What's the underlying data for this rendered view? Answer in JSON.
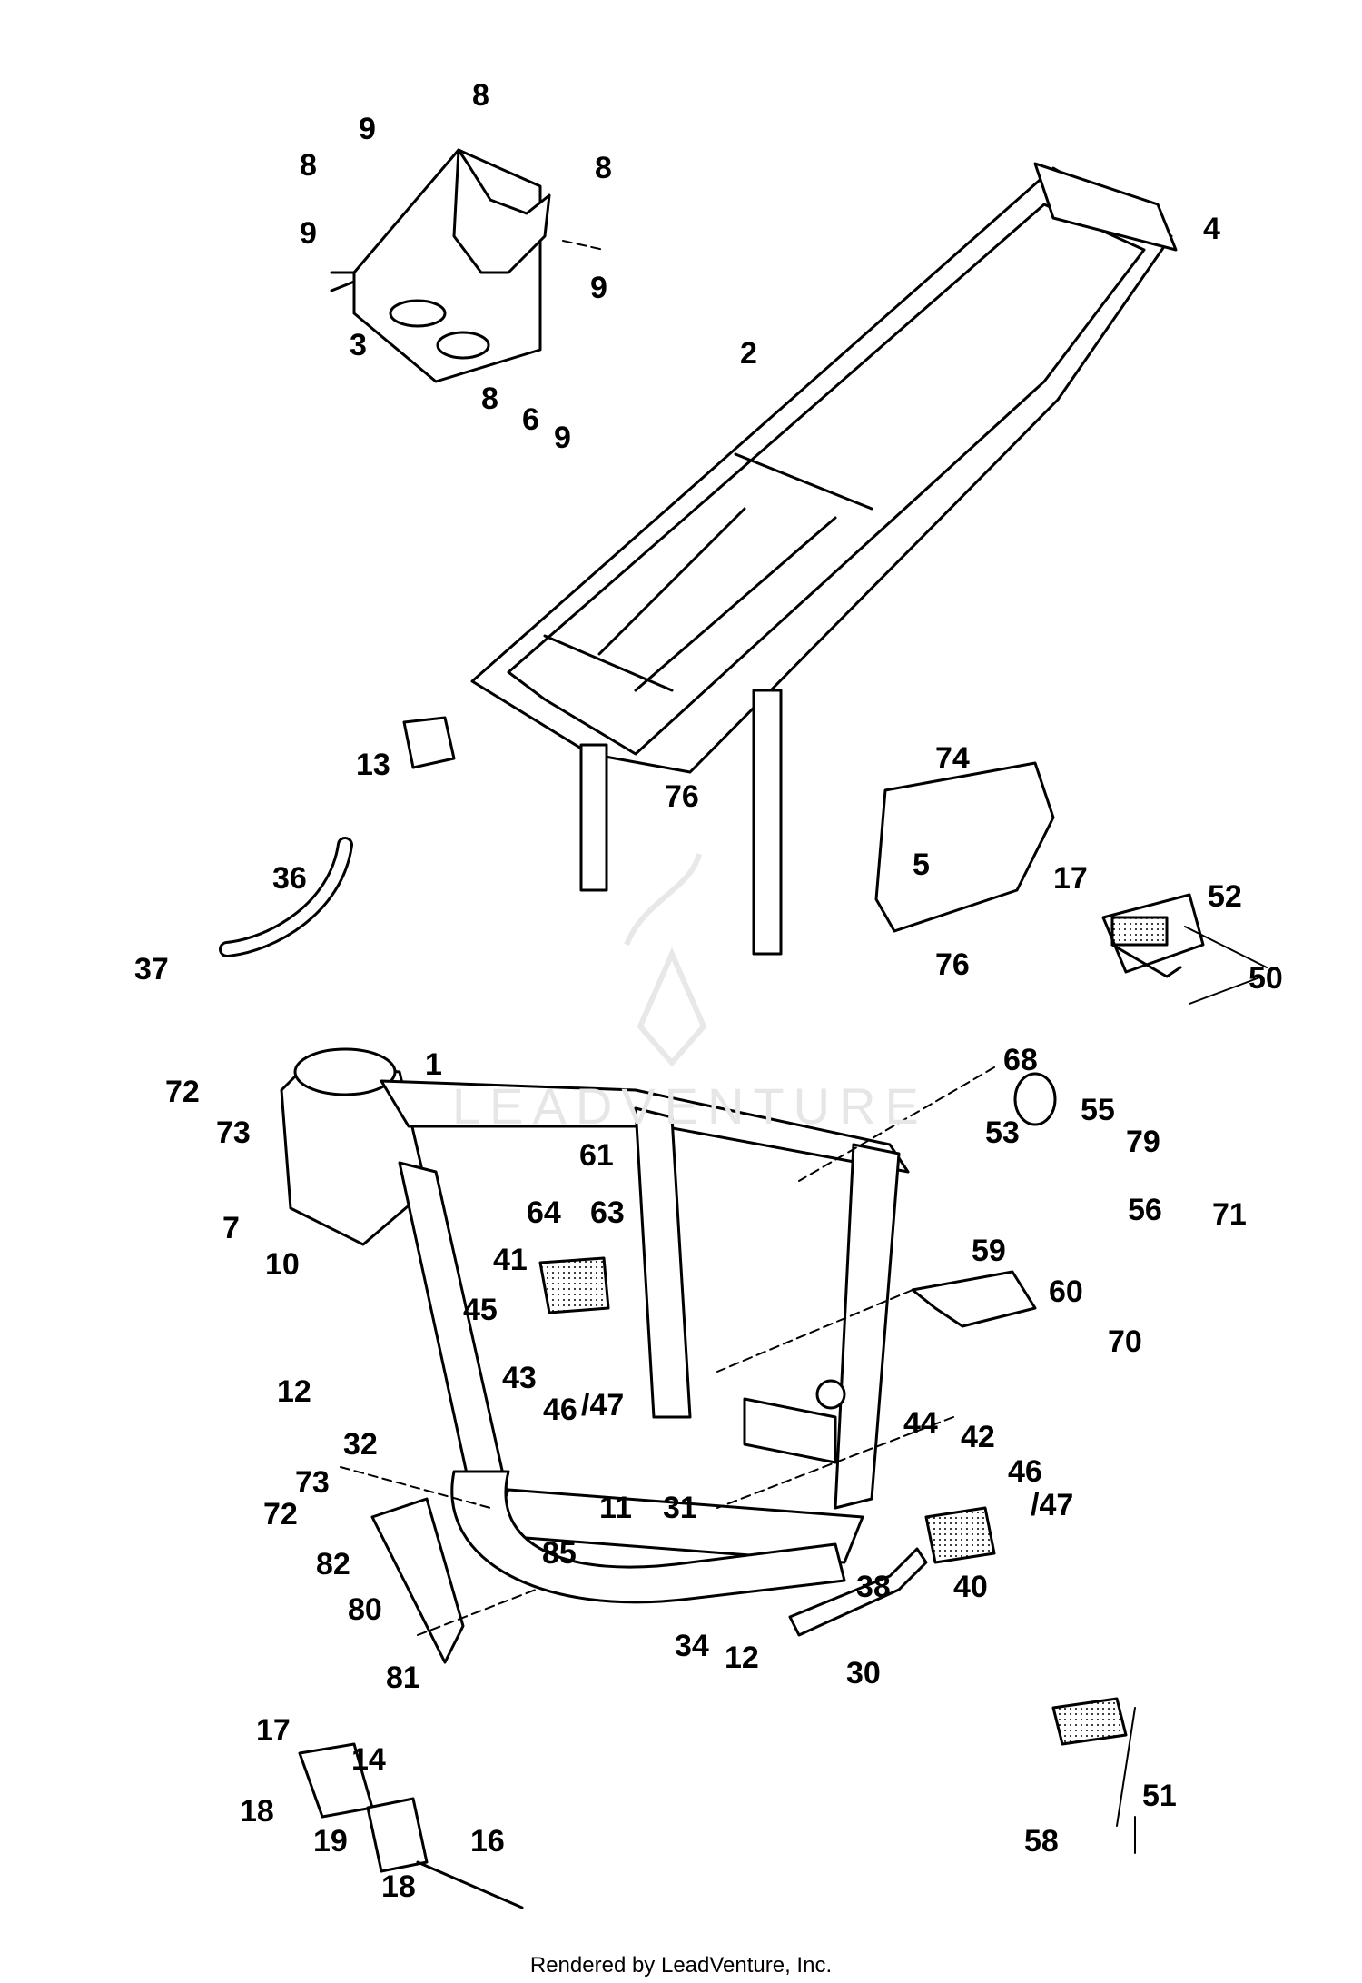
{
  "diagram": {
    "footer_text": "Rendered by LeadVenture, Inc.",
    "watermark_text": "LEADVENTURE",
    "callouts": [
      {
        "id": "c8a",
        "label": "8"
      },
      {
        "id": "c9a",
        "label": "9"
      },
      {
        "id": "c8b",
        "label": "8"
      },
      {
        "id": "c8c",
        "label": "8"
      },
      {
        "id": "c9b",
        "label": "9"
      },
      {
        "id": "c9c",
        "label": "9"
      },
      {
        "id": "c3",
        "label": "3"
      },
      {
        "id": "c8d",
        "label": "8"
      },
      {
        "id": "c6",
        "label": "6"
      },
      {
        "id": "c9d",
        "label": "9"
      },
      {
        "id": "c2",
        "label": "2"
      },
      {
        "id": "c4",
        "label": "4"
      },
      {
        "id": "c13",
        "label": "13"
      },
      {
        "id": "c76a",
        "label": "76"
      },
      {
        "id": "c74",
        "label": "74"
      },
      {
        "id": "c5",
        "label": "5"
      },
      {
        "id": "c17a",
        "label": "17"
      },
      {
        "id": "c52",
        "label": "52"
      },
      {
        "id": "c76b",
        "label": "76"
      },
      {
        "id": "c50",
        "label": "50"
      },
      {
        "id": "c36",
        "label": "36"
      },
      {
        "id": "c37",
        "label": "37"
      },
      {
        "id": "c1",
        "label": "1"
      },
      {
        "id": "c68",
        "label": "68"
      },
      {
        "id": "c72a",
        "label": "72"
      },
      {
        "id": "c73a",
        "label": "73"
      },
      {
        "id": "c53",
        "label": "53"
      },
      {
        "id": "c55",
        "label": "55"
      },
      {
        "id": "c79",
        "label": "79"
      },
      {
        "id": "c61",
        "label": "61"
      },
      {
        "id": "c56",
        "label": "56"
      },
      {
        "id": "c71",
        "label": "71"
      },
      {
        "id": "c7",
        "label": "7"
      },
      {
        "id": "c64",
        "label": "64"
      },
      {
        "id": "c63",
        "label": "63"
      },
      {
        "id": "c10",
        "label": "10"
      },
      {
        "id": "c41",
        "label": "41"
      },
      {
        "id": "c59",
        "label": "59"
      },
      {
        "id": "c60",
        "label": "60"
      },
      {
        "id": "c45",
        "label": "45"
      },
      {
        "id": "c70",
        "label": "70"
      },
      {
        "id": "c43",
        "label": "43"
      },
      {
        "id": "c12a",
        "label": "12"
      },
      {
        "id": "c46a",
        "label": "46"
      },
      {
        "id": "c47a",
        "label": "/47"
      },
      {
        "id": "c44",
        "label": "44"
      },
      {
        "id": "c42",
        "label": "42"
      },
      {
        "id": "c32",
        "label": "32"
      },
      {
        "id": "c46b",
        "label": "46"
      },
      {
        "id": "c73b",
        "label": "73"
      },
      {
        "id": "c47b",
        "label": "/47"
      },
      {
        "id": "c72b",
        "label": "72"
      },
      {
        "id": "c11",
        "label": "11"
      },
      {
        "id": "c31",
        "label": "31"
      },
      {
        "id": "c82",
        "label": "82"
      },
      {
        "id": "c85",
        "label": "85"
      },
      {
        "id": "c38",
        "label": "38"
      },
      {
        "id": "c40",
        "label": "40"
      },
      {
        "id": "c80",
        "label": "80"
      },
      {
        "id": "c34",
        "label": "34"
      },
      {
        "id": "c12b",
        "label": "12"
      },
      {
        "id": "c30",
        "label": "30"
      },
      {
        "id": "c81",
        "label": "81"
      },
      {
        "id": "c17b",
        "label": "17"
      },
      {
        "id": "c14",
        "label": "14"
      },
      {
        "id": "c51",
        "label": "51"
      },
      {
        "id": "c18a",
        "label": "18"
      },
      {
        "id": "c19",
        "label": "19"
      },
      {
        "id": "c16",
        "label": "16"
      },
      {
        "id": "c58",
        "label": "58"
      },
      {
        "id": "c18b",
        "label": "18"
      }
    ]
  }
}
